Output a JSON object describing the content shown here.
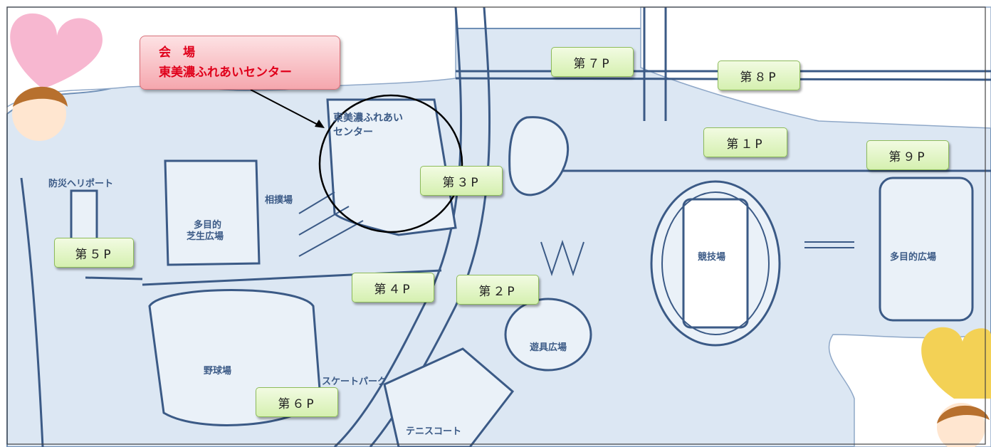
{
  "venue": {
    "title": "会　場",
    "name": "東美濃ふれあいセンター"
  },
  "map_labels": {
    "center": "東美濃ふれあい",
    "center2": "センター",
    "heliport": "防災ヘリポート",
    "field1": "多目的",
    "field2": "芝生広場",
    "sumo": "相撲場",
    "stadium": "競技場",
    "multipurpose": "多目的広場",
    "playground": "遊具広場",
    "baseball": "野球場",
    "skatepark": "スケートパーク",
    "tennis": "テニスコート"
  },
  "parking": [
    "第１P",
    "第２P",
    "第３P",
    "第４P",
    "第５P",
    "第６P",
    "第７P",
    "第８P",
    "第９P"
  ],
  "colors": {
    "map_line": "#3b5a86",
    "venue_text": "#e0001b",
    "parking_bg": "#d5f0b0"
  }
}
